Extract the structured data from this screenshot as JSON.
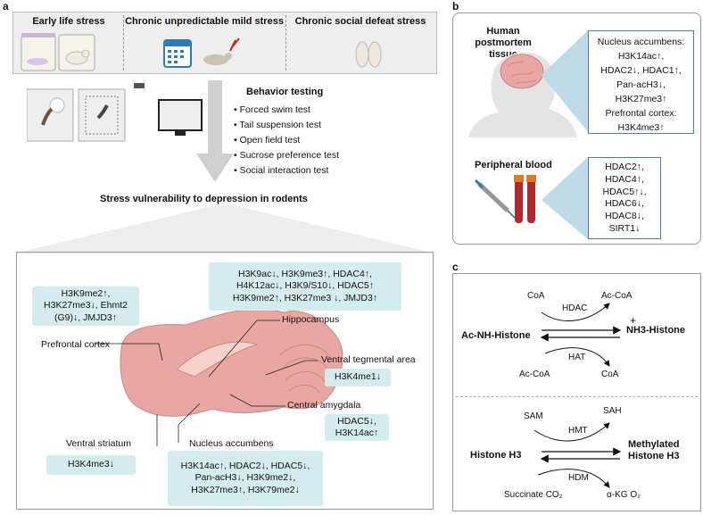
{
  "panel_a": {
    "letter": "a",
    "stress_models": [
      {
        "title": "Early life stress"
      },
      {
        "title": "Chronic unpredictable mild stress"
      },
      {
        "title": "Chronic social defeat stress"
      }
    ],
    "behavior": {
      "title": "Behavior testing",
      "tests": [
        "• Forced swim test",
        "• Tail suspension test",
        "• Open field test",
        "• Sucrose preference test",
        "• Social interaction test"
      ]
    },
    "vulnerability_title": "Stress vulnerability to depression in rodents",
    "regions": {
      "prefrontal_cortex": "Prefrontal cortex",
      "hippocampus": "Hippocampus",
      "vta": "Ventral tegmental area",
      "central_amygdala": "Central amygdala",
      "ventral_striatum": "Ventral striatum",
      "nucleus_accumbens": "Nucleus accumbens"
    },
    "tags": {
      "pfc": [
        "H3K9me2↑,",
        "H3K27me3↓, Ehmt2",
        "(G9)↓, JMJD3↑"
      ],
      "hippocampus": [
        "H3K9ac↓, H3K9me3↑, HDAC4↑,",
        "H4K12ac↓, H3K9/S10↓, HDAC5↑",
        "H3K9me2↑, H3K27me3 ↓, JMJD3↑"
      ],
      "vta": [
        "H3K4me1↓"
      ],
      "amygdala": [
        "HDAC5↓,",
        "H3K14ac↑"
      ],
      "striatum": [
        "H3K4me3↓"
      ],
      "accumbens": [
        "H3K14ac↑, HDAC2↓, HDAC5↓,",
        "Pan-acH3↓, H3K9me2↓,",
        "H3K27me3↑, H3K79me2↓"
      ]
    }
  },
  "panel_b": {
    "letter": "b",
    "tissue_title": [
      "Human postmortem",
      "tissue"
    ],
    "tissue_marks": [
      "Nucleus accumbens:",
      "H3K14ac↑,",
      "HDAC2↓, HDAC1↑,",
      "Pan-acH3↓,",
      "H3K27me3↑",
      "Prefrontal cortex:",
      "H3K4me3↑"
    ],
    "blood_title": "Peripheral blood",
    "blood_marks": [
      "HDAC2↑,",
      "HDAC4↑,",
      "HDAC5↑↓,",
      "HDAC6↓,",
      "HDAC8↓,",
      "SIRT1↓"
    ]
  },
  "panel_c": {
    "letter": "c",
    "acetylation": {
      "left": "Ac-NH-Histone",
      "right": "NH3-Histone",
      "plus": "+",
      "top_left": "CoA",
      "top_right": "Ac-CoA",
      "top_enzyme": "HDAC",
      "bottom_left": "Ac-CoA",
      "bottom_right": "CoA",
      "bottom_enzyme": "HAT"
    },
    "methylation": {
      "left": "Histone H3",
      "right": [
        "Methylated",
        "Histone H3"
      ],
      "top_left": "SAM",
      "top_right": "SAH",
      "top_enzyme": "HMT",
      "bottom_left": "Succinate CO₂",
      "bottom_right": "α-KG O₂",
      "bottom_enzyme": "HDM"
    }
  },
  "colors": {
    "tag_bg": "#d5ecef",
    "brain_pink": "#e8a7a2",
    "box_border": "#999999",
    "mark_border": "#5577a0"
  }
}
